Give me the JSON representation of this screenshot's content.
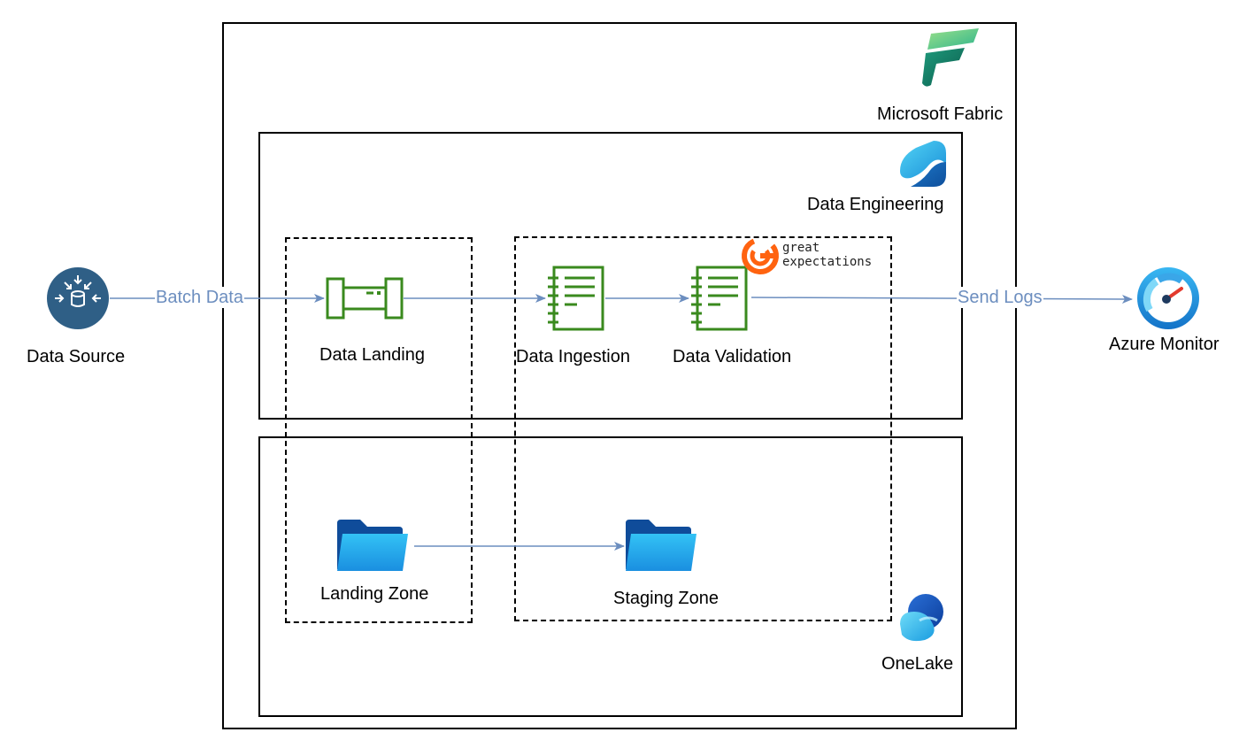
{
  "containers": {
    "fabric": {
      "label": "Microsoft Fabric",
      "icon": "microsoft-fabric-icon"
    },
    "data_engineering": {
      "label": "Data Engineering",
      "icon": "data-engineering-icon"
    },
    "onelake": {
      "label": "OneLake",
      "icon": "onelake-icon"
    }
  },
  "nodes": {
    "data_source": {
      "label": "Data Source",
      "icon": "database-icon",
      "color": "#2f5f86"
    },
    "data_landing": {
      "label": "Data Landing",
      "icon": "pipeline-icon",
      "color": "#3a8a1e"
    },
    "data_ingestion": {
      "label": "Data Ingestion",
      "icon": "notebook-icon",
      "color": "#3a8a1e"
    },
    "data_validation": {
      "label": "Data Validation",
      "icon": "notebook-icon",
      "color": "#3a8a1e"
    },
    "azure_monitor": {
      "label": "Azure Monitor",
      "icon": "gauge-icon"
    },
    "landing_zone": {
      "label": "Landing Zone",
      "icon": "folder-icon"
    },
    "staging_zone": {
      "label": "Staging Zone",
      "icon": "folder-icon"
    }
  },
  "great_expectations": {
    "line1": "great",
    "line2": "expectations",
    "icon": "great-expectations-icon",
    "color": "#ff6310"
  },
  "edges": {
    "batch_data": {
      "label": "Batch Data"
    },
    "send_logs": {
      "label": "Send Logs"
    }
  },
  "colors": {
    "edge": "#6c8ebf",
    "border": "#000000"
  }
}
